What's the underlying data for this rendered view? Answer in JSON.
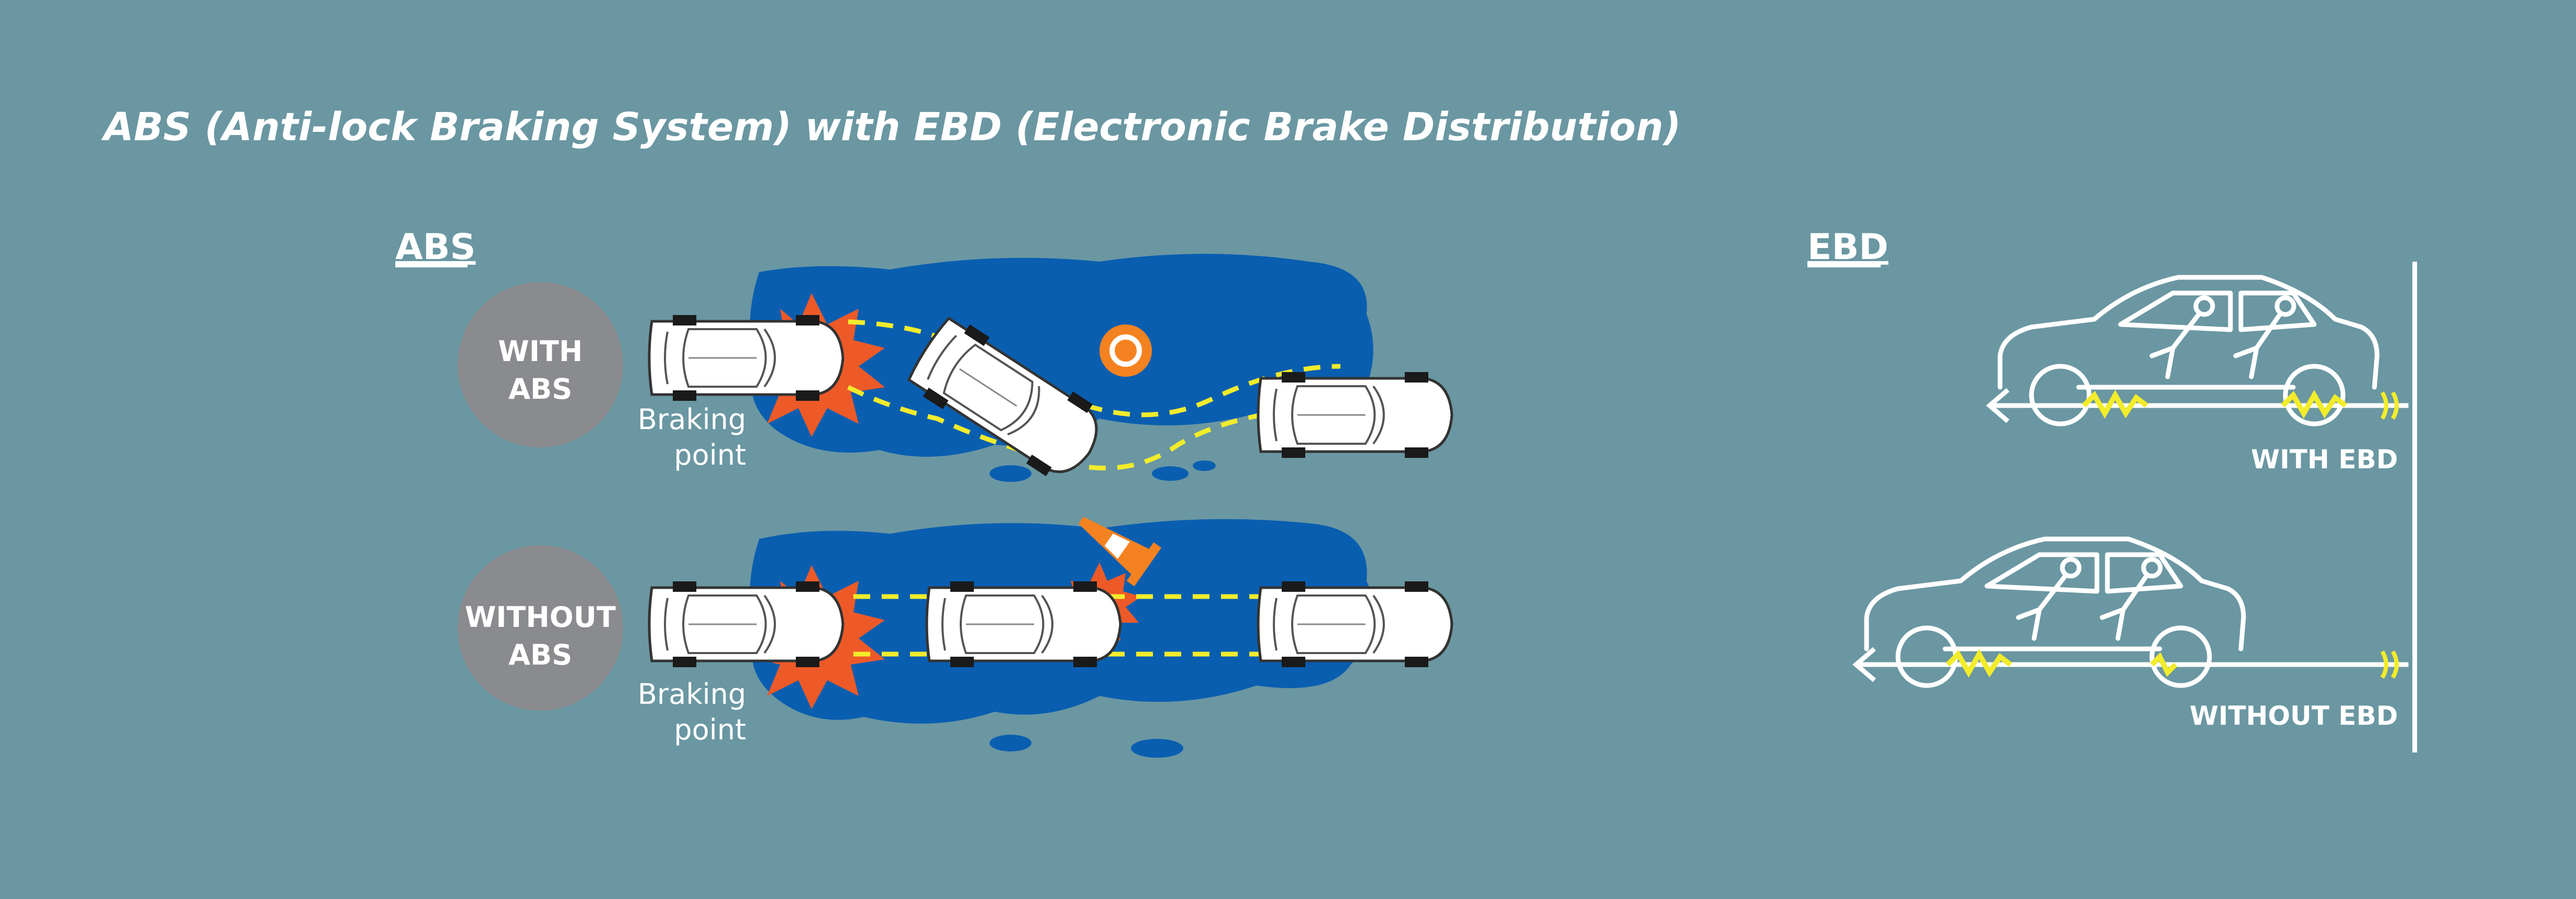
{
  "title": "ABS (Anti-lock Braking System) with EBD (Electronic Brake Distribution)",
  "abs": {
    "heading": "ABS",
    "with_badge": [
      "WITH",
      "ABS"
    ],
    "without_badge": [
      "WITHOUT",
      "ABS"
    ],
    "braking_point": [
      "Braking",
      "point"
    ]
  },
  "ebd": {
    "heading": "EBD",
    "with_label": "WITH EBD",
    "without_label": "WITHOUT EBD"
  },
  "colors": {
    "background": "#6a97a2",
    "water": "#0a5eb0",
    "badge": "#8a8b8e",
    "burst": "#ed5a28",
    "path": "#f2ec2b",
    "cone": "#f58220",
    "line": "#ffffff"
  }
}
